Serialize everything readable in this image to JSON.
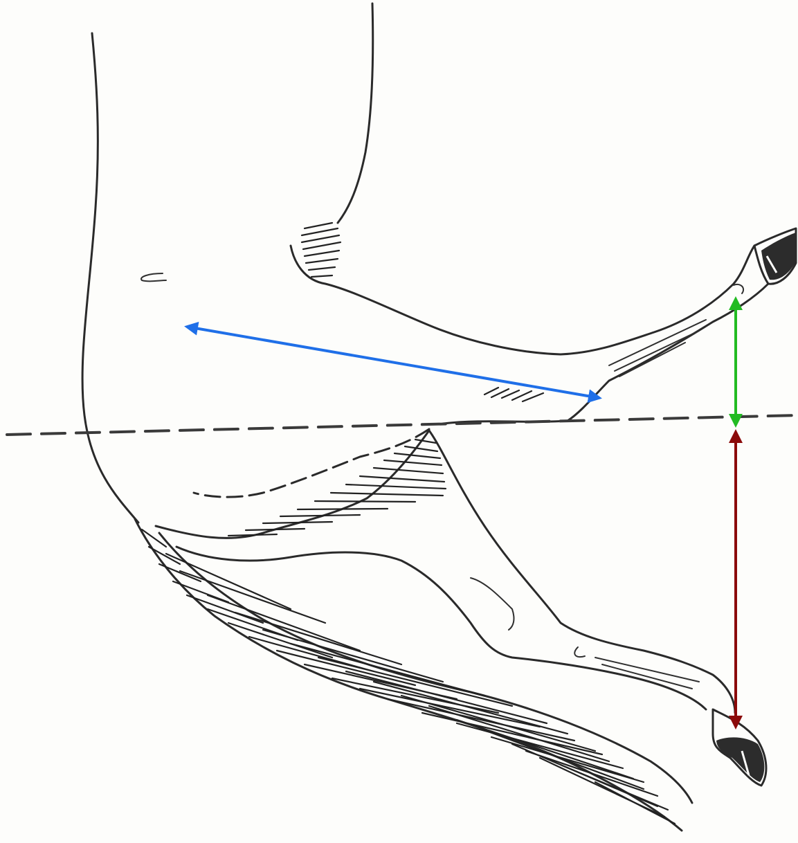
{
  "figure": {
    "subject": "horse-hind-leg-sketch",
    "background": "#fdfdfb",
    "ink_color": "#2a2a2a"
  },
  "annotations": {
    "blue_arrow": {
      "color": "#1f6fe8",
      "heads": "both"
    },
    "green_arrow": {
      "color": "#22bb22",
      "heads": "both"
    },
    "red_arrow": {
      "color": "#8b0a0a",
      "heads": "both"
    },
    "reference_line": {
      "style": "dashed",
      "color": "#3a3a3a"
    }
  }
}
